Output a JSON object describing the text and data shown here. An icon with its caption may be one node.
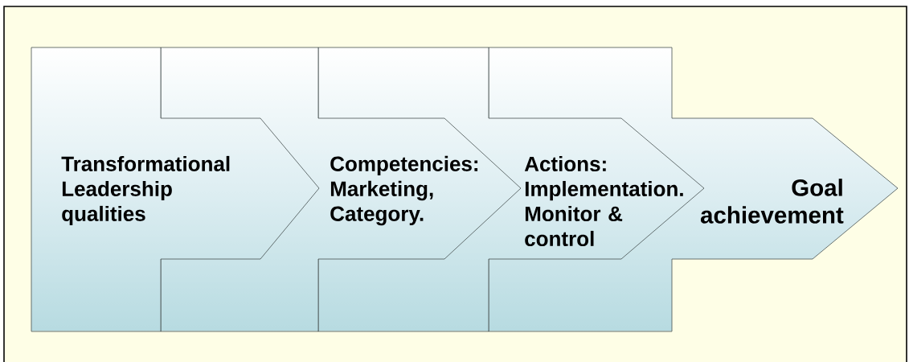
{
  "diagram": {
    "nodes": [
      {
        "text": [
          "Transformational Leadership qualities"
        ]
      },
      {
        "text": [
          "Competencies: Marketing, Category."
        ]
      },
      {
        "text": [
          "Actions: Implementation. Monitor & control"
        ]
      },
      {
        "text": [
          "Goal achievement"
        ]
      }
    ]
  }
}
